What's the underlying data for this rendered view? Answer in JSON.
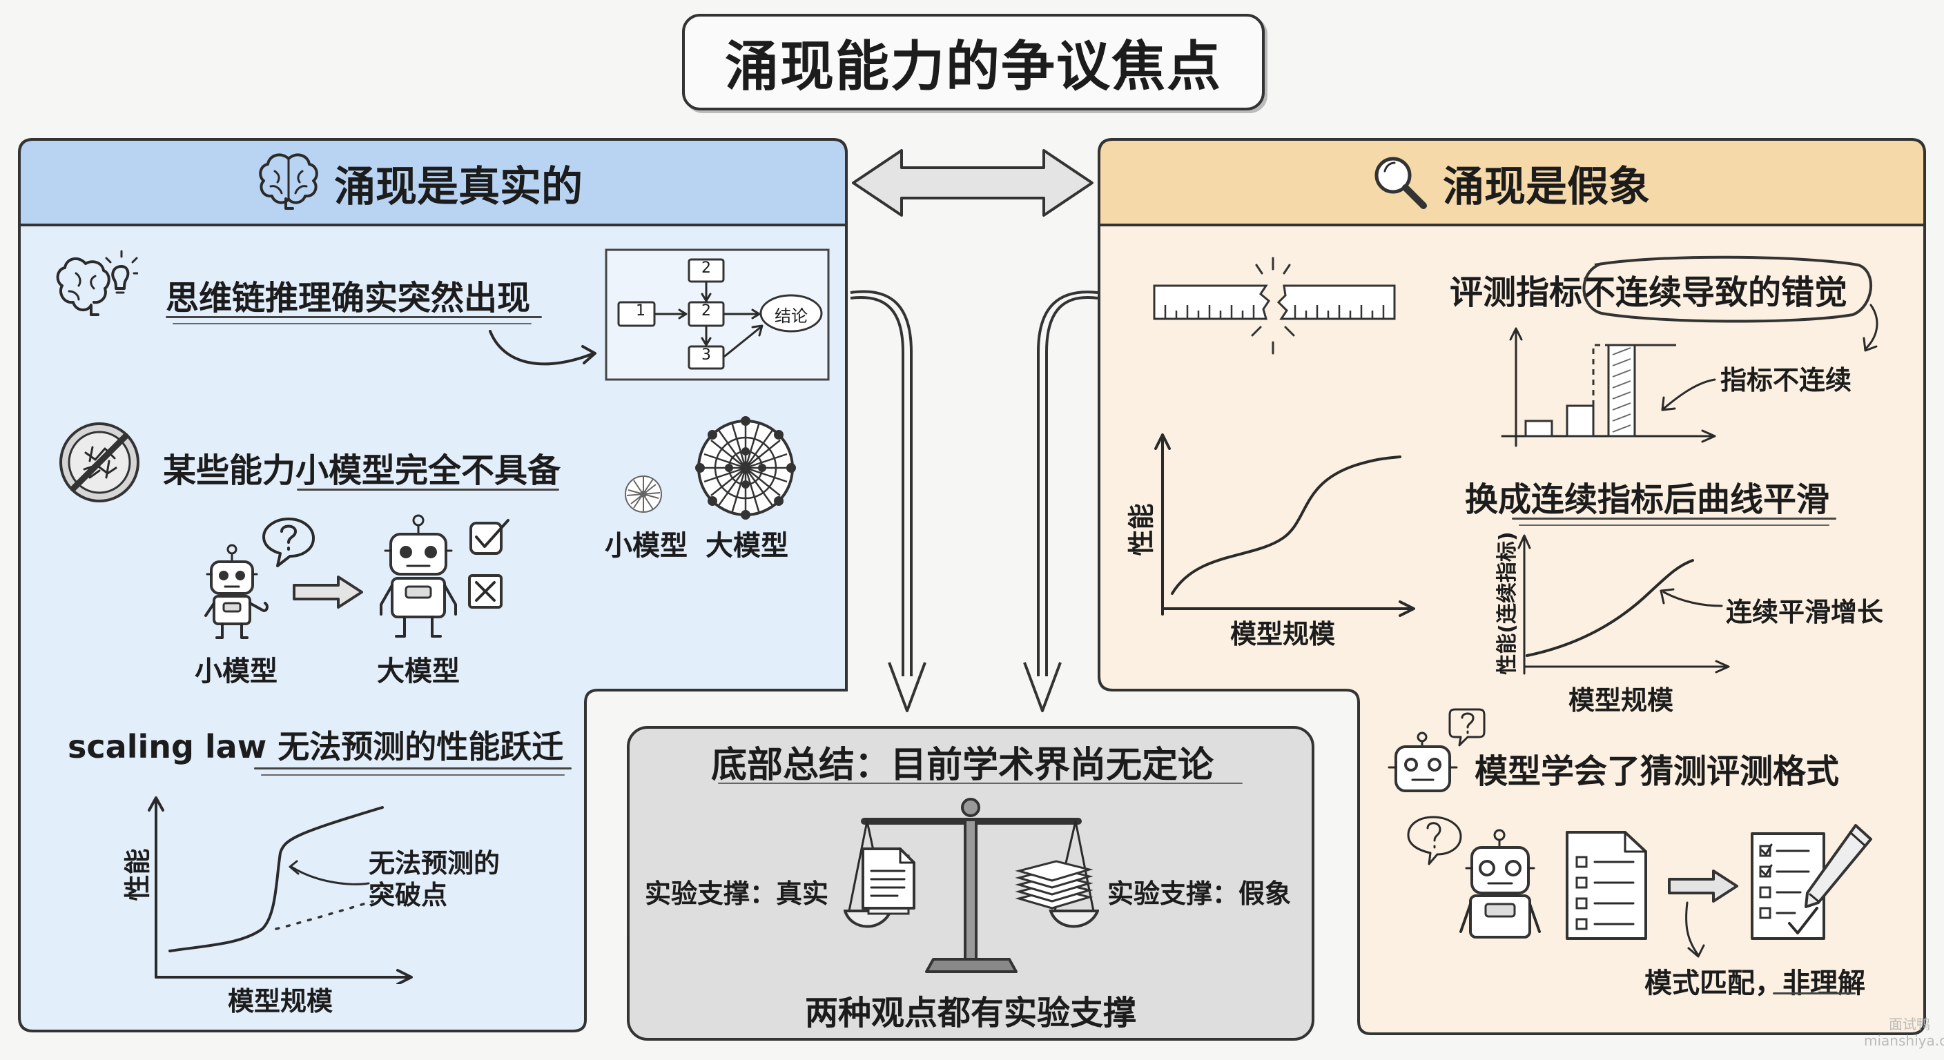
{
  "title": "涌现能力的争议焦点",
  "left": {
    "header": "涌现是真实的",
    "section1": {
      "title": "思维链推理确实突然出现",
      "flow": {
        "node1": "1",
        "node2_top": "2",
        "node2_mid": "2",
        "node3": "3",
        "conclusion": "结论"
      }
    },
    "section2": {
      "title": "某些能力小模型完全不具备",
      "small_model": "小模型",
      "large_model": "大模型",
      "small_net": "小模型",
      "large_net": "大模型"
    },
    "section3": {
      "title": "scaling law 无法预测的性能跃迁",
      "ylabel": "性能",
      "xlabel": "模型规模",
      "annotation_line1": "无法预测的",
      "annotation_line2": "突破点"
    }
  },
  "right": {
    "header": "涌现是假象",
    "section1": {
      "title": "评测指标不连续导致的错觉",
      "bar_note": "指标不连续",
      "ylabel": "性能",
      "xlabel": "模型规模"
    },
    "section2": {
      "title": "换成连续指标后曲线平滑",
      "ylabel": "性能(连续指标)",
      "xlabel": "模型规模",
      "note": "连续平滑增长"
    },
    "section3": {
      "title": "模型学会了猜测评测格式",
      "caption": "模式匹配，非理解"
    }
  },
  "summary": {
    "title": "底部总结：目前学术界尚无定论",
    "left_label": "实验支撑：真实",
    "right_label": "实验支撑：假象",
    "footer": "两种观点都有实验支撑"
  },
  "watermark": {
    "line1": "面试鸭",
    "line2": "mianshiya.com"
  },
  "colors": {
    "left_panel_bg": "#e3eefb",
    "left_header_bg": "#b8d4f2",
    "right_panel_bg": "#fbf0e1",
    "right_header_bg": "#f6d9a8",
    "summary_bg": "#dedede",
    "ink": "#2a2a2a"
  },
  "icons": [
    "brain-icon",
    "magnifier-icon",
    "brain-lightbulb-icon",
    "no-symbol-icon",
    "robot-icon",
    "scale-icon",
    "broken-ruler-icon",
    "pencil-icon",
    "checklist-icon",
    "document-icon"
  ]
}
